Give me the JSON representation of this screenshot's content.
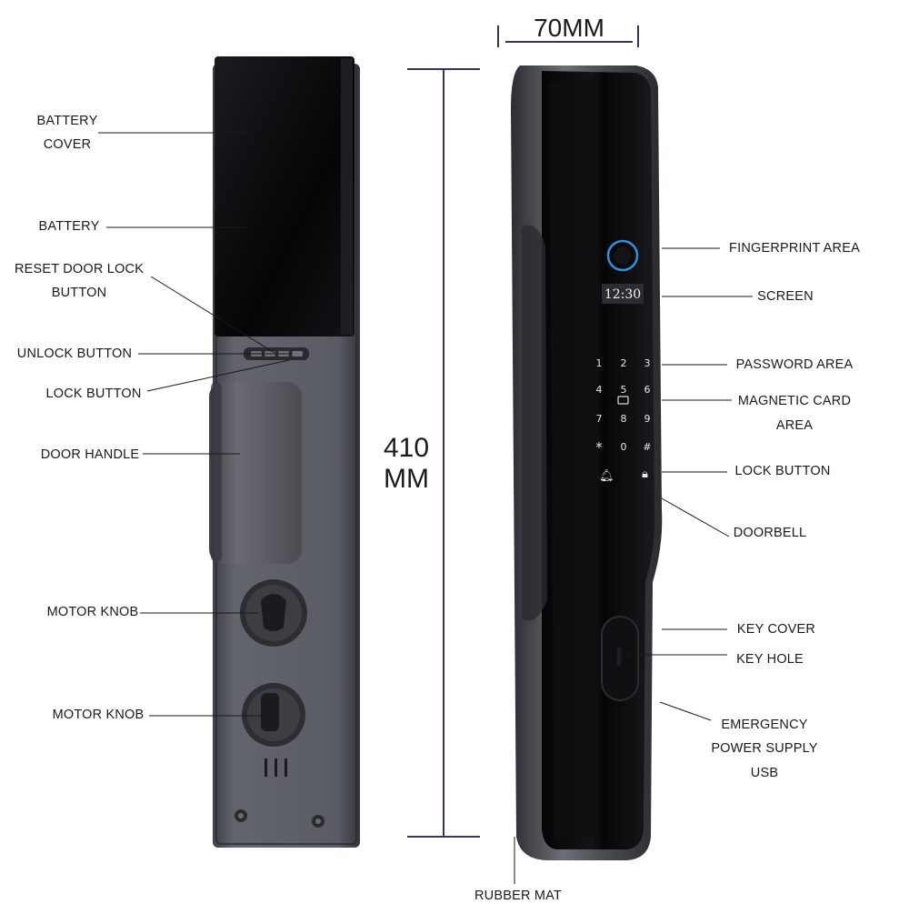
{
  "dimensions": {
    "width_label": "70MM",
    "height_label_line1": "410",
    "height_label_line2": "MM"
  },
  "left_labels": {
    "battery_cover_1": "BATTERY",
    "battery_cover_2": "COVER",
    "battery": "BATTERY",
    "reset_1": "RESET DOOR LOCK",
    "reset_2": "BUTTON",
    "unlock_button": "UNLOCK BUTTON",
    "lock_button": "LOCK BUTTON",
    "door_handle": "DOOR HANDLE",
    "motor_knob_1": "MOTOR KNOB",
    "motor_knob_2": "MOTOR KNOB"
  },
  "right_labels": {
    "fingerprint": "FINGERPRINT AREA",
    "screen": "SCREEN",
    "password": "PASSWORD AREA",
    "magnetic_1": "MAGNETIC CARD",
    "magnetic_2": "AREA",
    "lock_button": "LOCK BUTTON",
    "doorbell": "DOORBELL",
    "key_cover": "KEY COVER",
    "key_hole": "KEY HOLE",
    "emergency_1": "EMERGENCY",
    "emergency_2": "POWER SUPPLY",
    "emergency_3": "USB",
    "rubber_mat": "RUBBER MAT"
  },
  "device_screen": {
    "time": "12:30"
  },
  "keypad": [
    "1",
    "2",
    "3",
    "4",
    "5",
    "6",
    "7",
    "8",
    "9",
    "*",
    "0",
    "#"
  ],
  "colors": {
    "dimension_line": "#3a2f6b",
    "body_metal": "#5b5d64",
    "glass": "#0a0a0c",
    "fingerprint_ring": "#2f8fe0"
  }
}
